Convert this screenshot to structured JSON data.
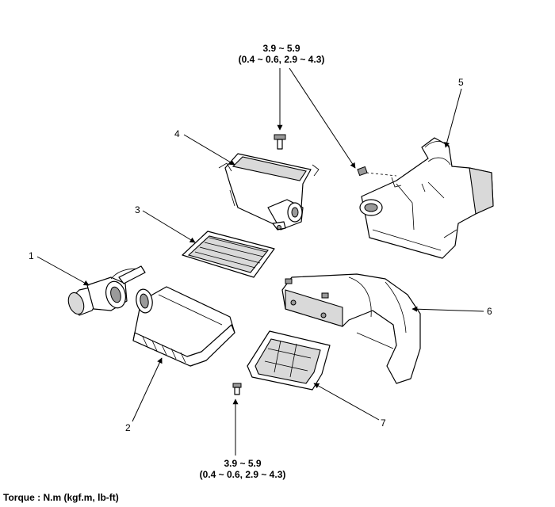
{
  "torque_top": {
    "line1": "3.9 ~ 5.9",
    "line2": "(0.4 ~ 0.6, 2.9 ~ 4.3)"
  },
  "torque_bottom": {
    "line1": "3.9 ~ 5.9",
    "line2": "(0.4 ~ 0.6, 2.9 ~ 4.3)"
  },
  "callouts": [
    "1",
    "2",
    "3",
    "4",
    "5",
    "6",
    "7"
  ],
  "legend": "Torque : N.m (kgf.m, lb-ft)"
}
